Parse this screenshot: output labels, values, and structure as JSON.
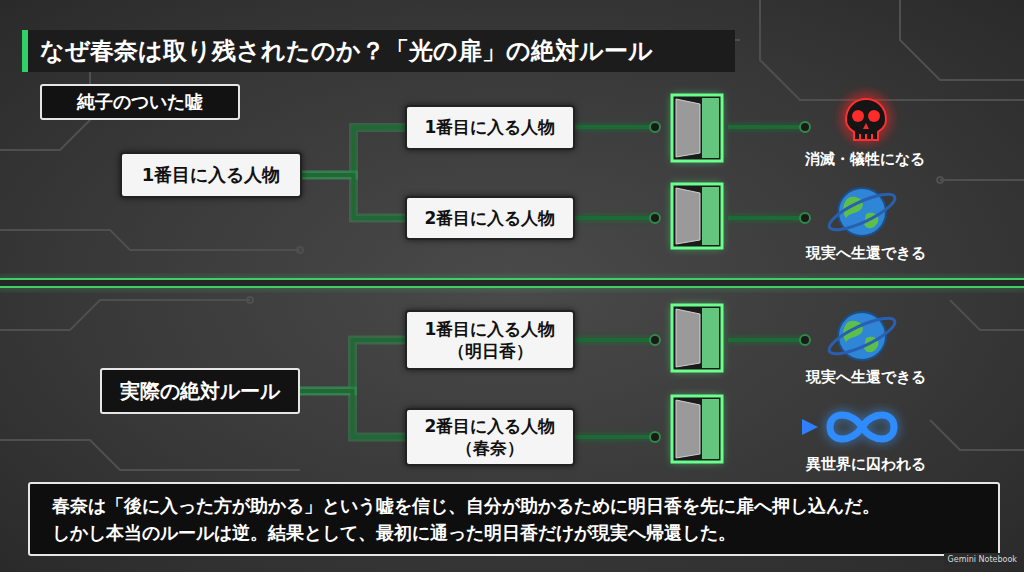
{
  "diagram": {
    "title": "なぜ春奈は取り残されたのか？「光の扉」の絶対ルール",
    "caption": "春奈は「後に入った方が助かる」という嘘を信じ、自分が助かるために明日香を先に扉へ押し込んだ。 しかし本当のルールは逆。結果として、最初に通った明日香だけが現実へ帰還した。",
    "nodes": [
      {
        "text": [
          "純子のついた嘘"
        ]
      },
      {
        "text": [
          "1番目に入る人物"
        ]
      },
      {
        "text": [
          "1番目に入る人物"
        ]
      },
      {
        "text": [
          "2番目に入る人物"
        ]
      },
      {
        "text": [
          "実際の絶対ルール"
        ]
      },
      {
        "text": [
          "1番目に入る人物 （明日香）"
        ]
      },
      {
        "text": [
          "2番目に入る人物 （春奈）"
        ]
      }
    ],
    "edges": [
      {
        "from": 1,
        "to": 2,
        "arrow": "none"
      },
      {
        "from": 1,
        "to": 3,
        "arrow": "none"
      },
      {
        "from": 4,
        "to": 5,
        "arrow": "none"
      },
      {
        "from": 4,
        "to": 6,
        "arrow": "none"
      }
    ],
    "labels": [
      "消滅・犠牲になる",
      "現実へ生還できる",
      "現実へ生還できる",
      "異世界に囚われる",
      "Gemini Notebook"
    ]
  }
}
